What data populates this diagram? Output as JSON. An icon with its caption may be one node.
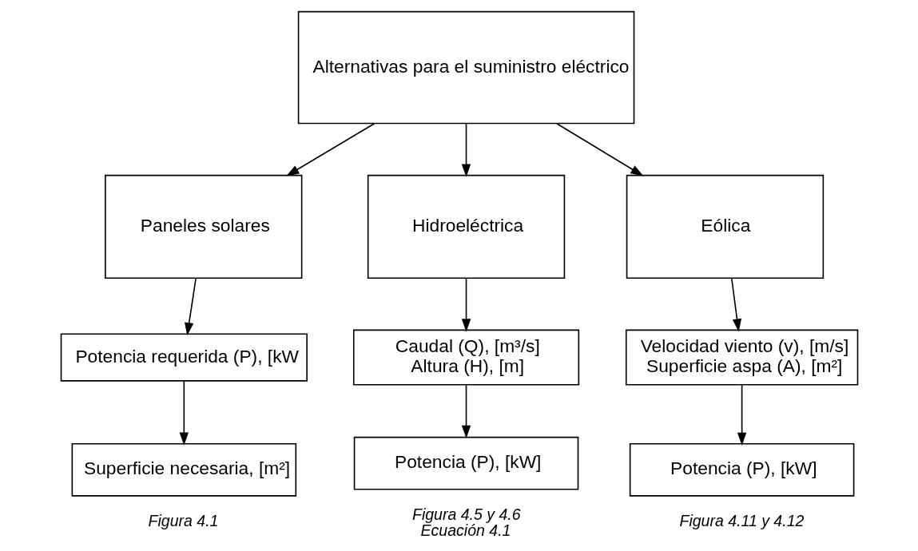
{
  "diagram": {
    "nodes": [
      {
        "text": [
          "Alternativas para el suministro eléctrico"
        ]
      },
      {
        "text": [
          "Paneles solares"
        ]
      },
      {
        "text": [
          "Hidroeléctrica"
        ]
      },
      {
        "text": [
          "Eólica"
        ]
      },
      {
        "text": [
          "Potencia requerida (P), [kW"
        ]
      },
      {
        "text": [
          "Caudal (Q), [m³/s]",
          "Altura (H), [m]"
        ]
      },
      {
        "text": [
          "Velocidad viento (v), [m/s]",
          "Superficie aspa (A), [m²]"
        ]
      },
      {
        "text": [
          "Superficie necesaria, [m²]"
        ],
        "beside": [
          "Figura 4.1"
        ]
      },
      {
        "text": [
          "Potencia (P), [kW]"
        ],
        "beside": [
          "Figura 4.5 y 4.6",
          "Ecuación 4.1"
        ]
      },
      {
        "text": [
          "Potencia (P), [kW]"
        ],
        "beside": [
          "Figura 4.11 y 4.12"
        ]
      }
    ],
    "edges": [
      {
        "from": 0,
        "to": 1,
        "arrow": "to"
      },
      {
        "from": 0,
        "to": 2,
        "arrow": "to"
      },
      {
        "from": 0,
        "to": 3,
        "arrow": "to"
      },
      {
        "from": 1,
        "to": 4,
        "arrow": "to"
      },
      {
        "from": 2,
        "to": 5,
        "arrow": "to"
      },
      {
        "from": 3,
        "to": 6,
        "arrow": "to"
      },
      {
        "from": 4,
        "to": 7,
        "arrow": "to"
      },
      {
        "from": 5,
        "to": 8,
        "arrow": "to"
      },
      {
        "from": 6,
        "to": 9,
        "arrow": "to"
      }
    ]
  }
}
